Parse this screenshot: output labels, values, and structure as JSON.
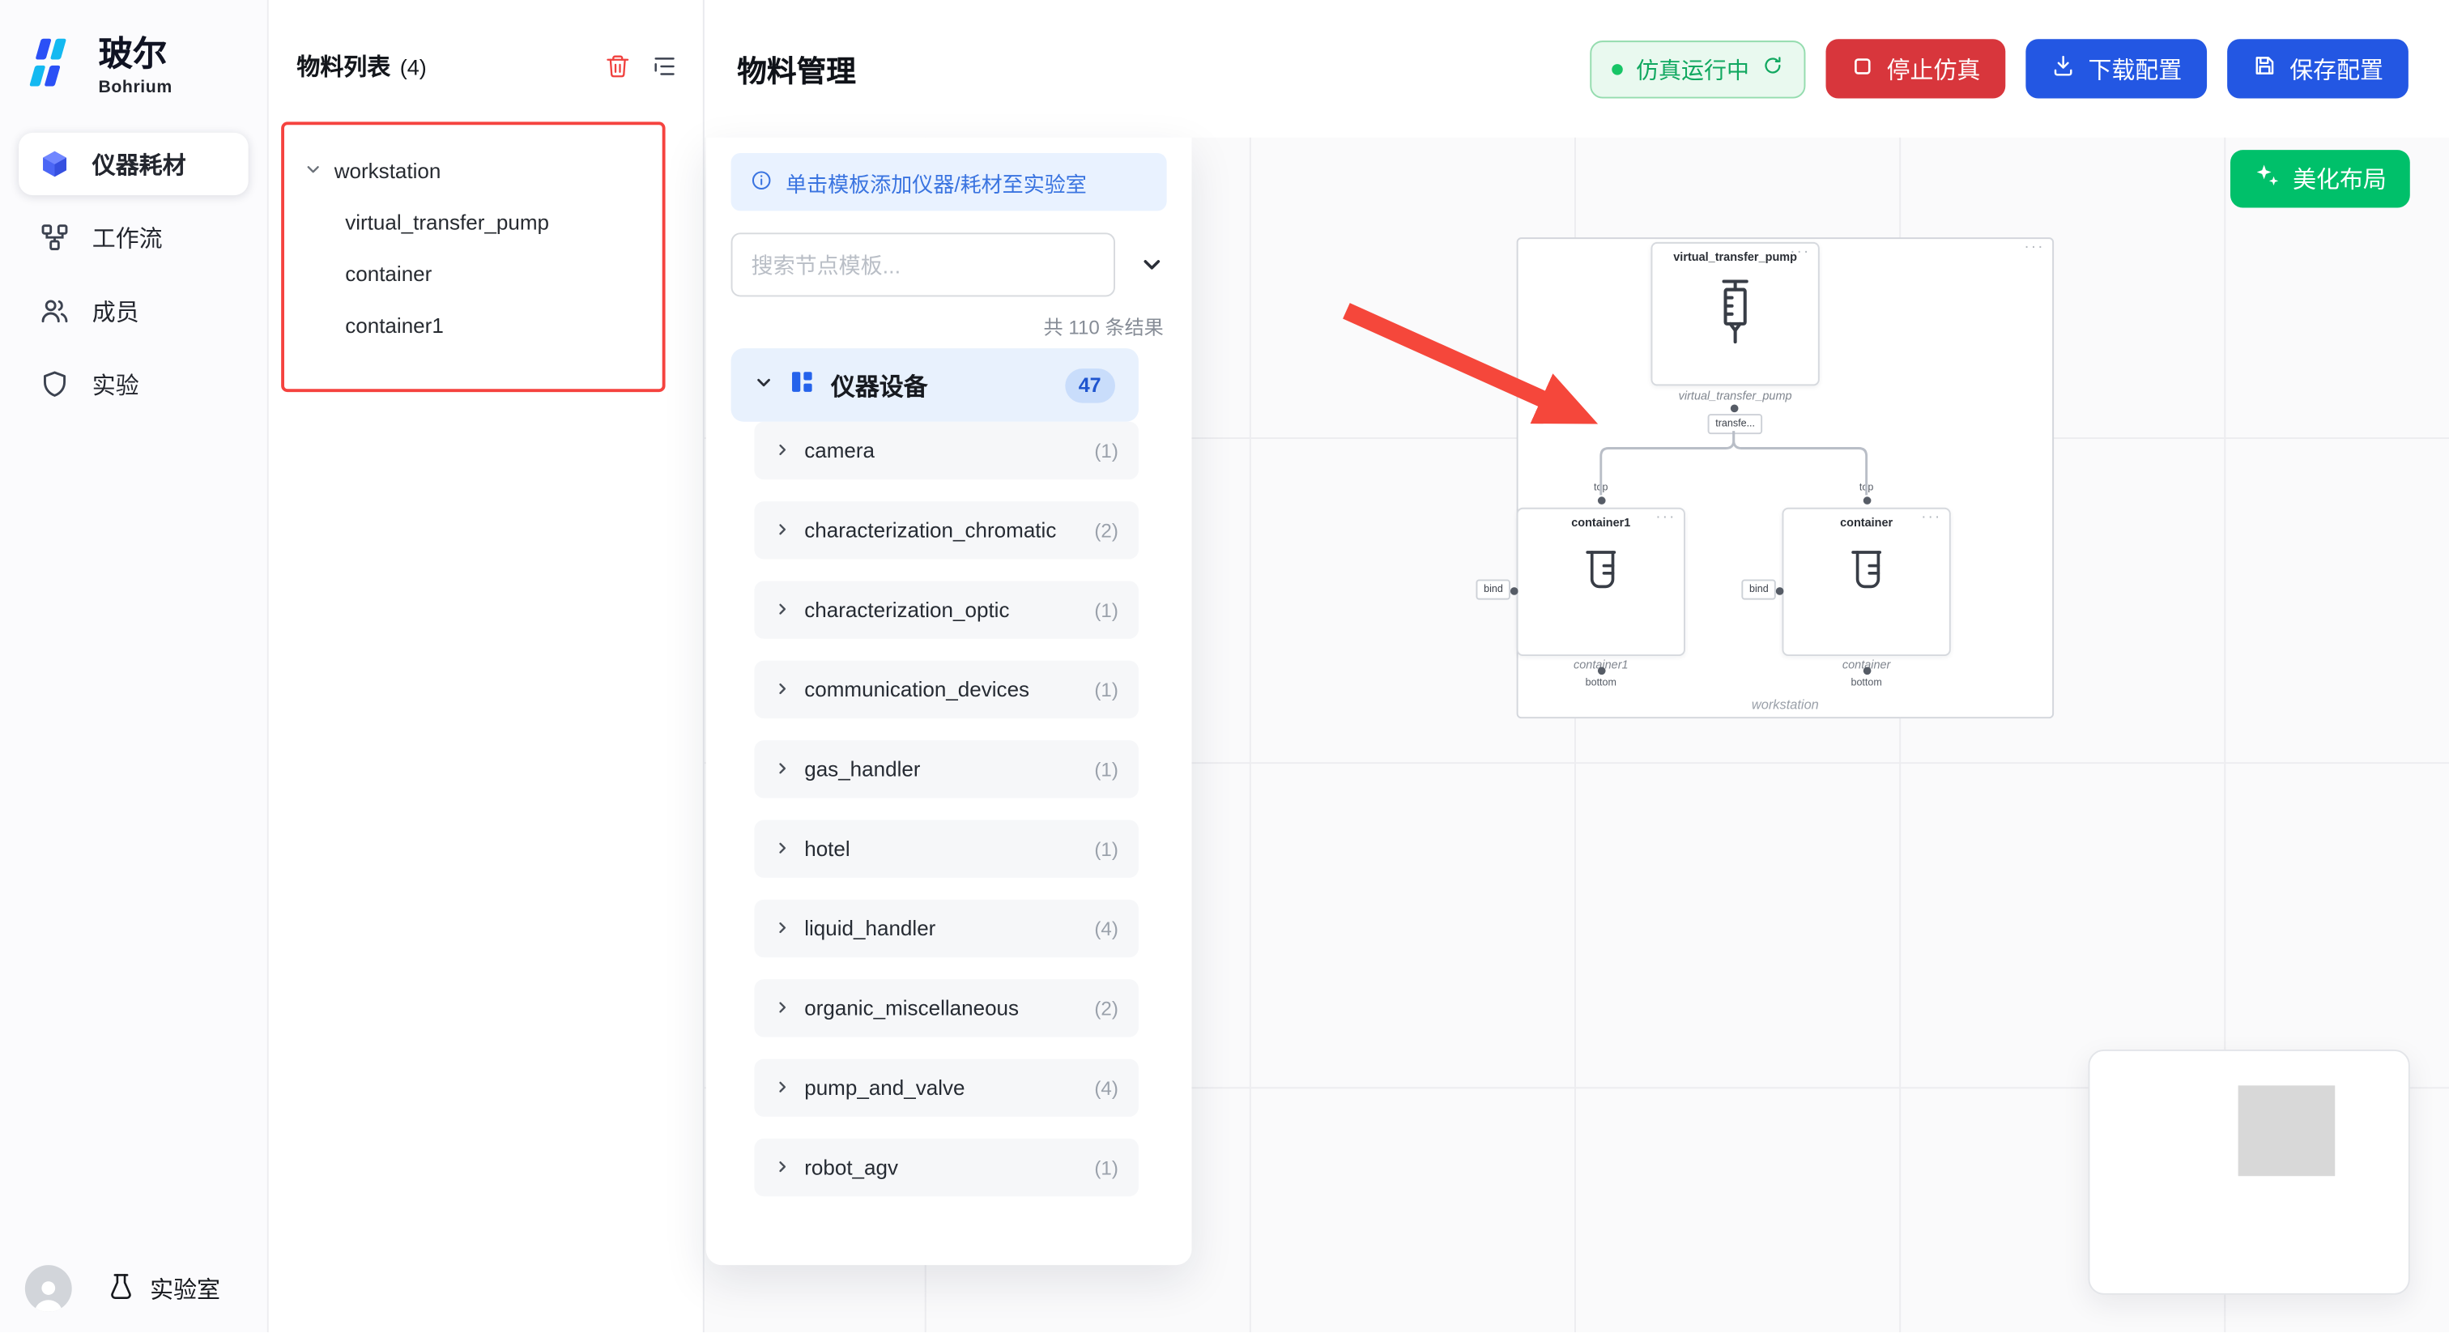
{
  "brand": {
    "name": "玻尔",
    "subtitle": "Bohrium"
  },
  "sidebar": {
    "items": [
      {
        "label": "仪器耗材"
      },
      {
        "label": "工作流"
      },
      {
        "label": "成员"
      },
      {
        "label": "实验"
      }
    ],
    "footer_label": "实验室"
  },
  "materials": {
    "title": "物料列表",
    "count": "(4)",
    "root_label": "workstation",
    "children": [
      {
        "label": "virtual_transfer_pump"
      },
      {
        "label": "container"
      },
      {
        "label": "container1"
      }
    ]
  },
  "header": {
    "title": "物料管理",
    "status_label": "仿真运行中",
    "stop_label": "停止仿真",
    "download_label": "下载配置",
    "save_label": "保存配置"
  },
  "templates": {
    "info_banner": "单击模板添加仪器/耗材至实验室",
    "search_placeholder": "搜索节点模板...",
    "result_count": "共 110 条结果",
    "category": {
      "label": "仪器设备",
      "badge": "47"
    },
    "items": [
      {
        "label": "camera",
        "count": "(1)"
      },
      {
        "label": "characterization_chromatic",
        "count": "(2)"
      },
      {
        "label": "characterization_optic",
        "count": "(1)"
      },
      {
        "label": "communication_devices",
        "count": "(1)"
      },
      {
        "label": "gas_handler",
        "count": "(1)"
      },
      {
        "label": "hotel",
        "count": "(1)"
      },
      {
        "label": "liquid_handler",
        "count": "(4)"
      },
      {
        "label": "organic_miscellaneous",
        "count": "(2)"
      },
      {
        "label": "pump_and_valve",
        "count": "(4)"
      },
      {
        "label": "robot_agv",
        "count": "(1)"
      }
    ]
  },
  "canvas": {
    "beautify_label": "美化布局",
    "menu_dots": "···",
    "workstation_label": "workstation",
    "pump": {
      "title": "virtual_transfer_pump",
      "caption": "virtual_transfer_pump",
      "port_label": "transfe..."
    },
    "containers": [
      {
        "title": "container1",
        "caption": "container1",
        "top_port": "top",
        "bottom_port": "bottom",
        "bind_label": "bind"
      },
      {
        "title": "container",
        "caption": "container",
        "top_port": "top",
        "bottom_port": "bottom",
        "bind_label": "bind"
      }
    ]
  },
  "colors": {
    "primary_blue": "#2357e3",
    "danger_red": "#d8363c",
    "success_green": "#00c06a",
    "selection_red": "#f5433f"
  }
}
